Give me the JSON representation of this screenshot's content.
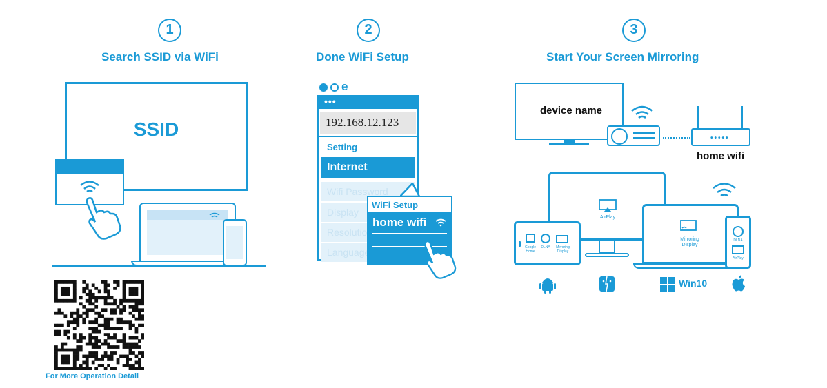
{
  "steps": [
    {
      "number": "1",
      "title": "Search SSID via WiFi"
    },
    {
      "number": "2",
      "title": "Done WiFi Setup"
    },
    {
      "number": "3",
      "title": "Start Your Screen Mirroring"
    }
  ],
  "step1": {
    "tv_label": "SSID"
  },
  "step2": {
    "browser_dots": "•••",
    "address": "192.168.12.123",
    "setting_label": "Setting",
    "selected_item": "Internet",
    "menu_items": [
      "Wifi Password",
      "Display",
      "Resolution",
      "Language"
    ],
    "popup_title": "WiFi Setup",
    "popup_network": "home wifi"
  },
  "step3": {
    "device_label": "device name",
    "router_label": "home wifi",
    "monitor_label": "AirPlay",
    "tablet_labels": [
      "Google Home",
      "DLNA",
      "Mirroring Display"
    ],
    "laptop_label": "Mirroring Display",
    "phone_labels": [
      "DLNA",
      "AirPlay"
    ],
    "os_win_label": "Win10"
  },
  "qr": {
    "caption": "For More Operation Detail"
  },
  "colors": {
    "accent": "#1a9ad6",
    "light": "#e2f1fa"
  }
}
